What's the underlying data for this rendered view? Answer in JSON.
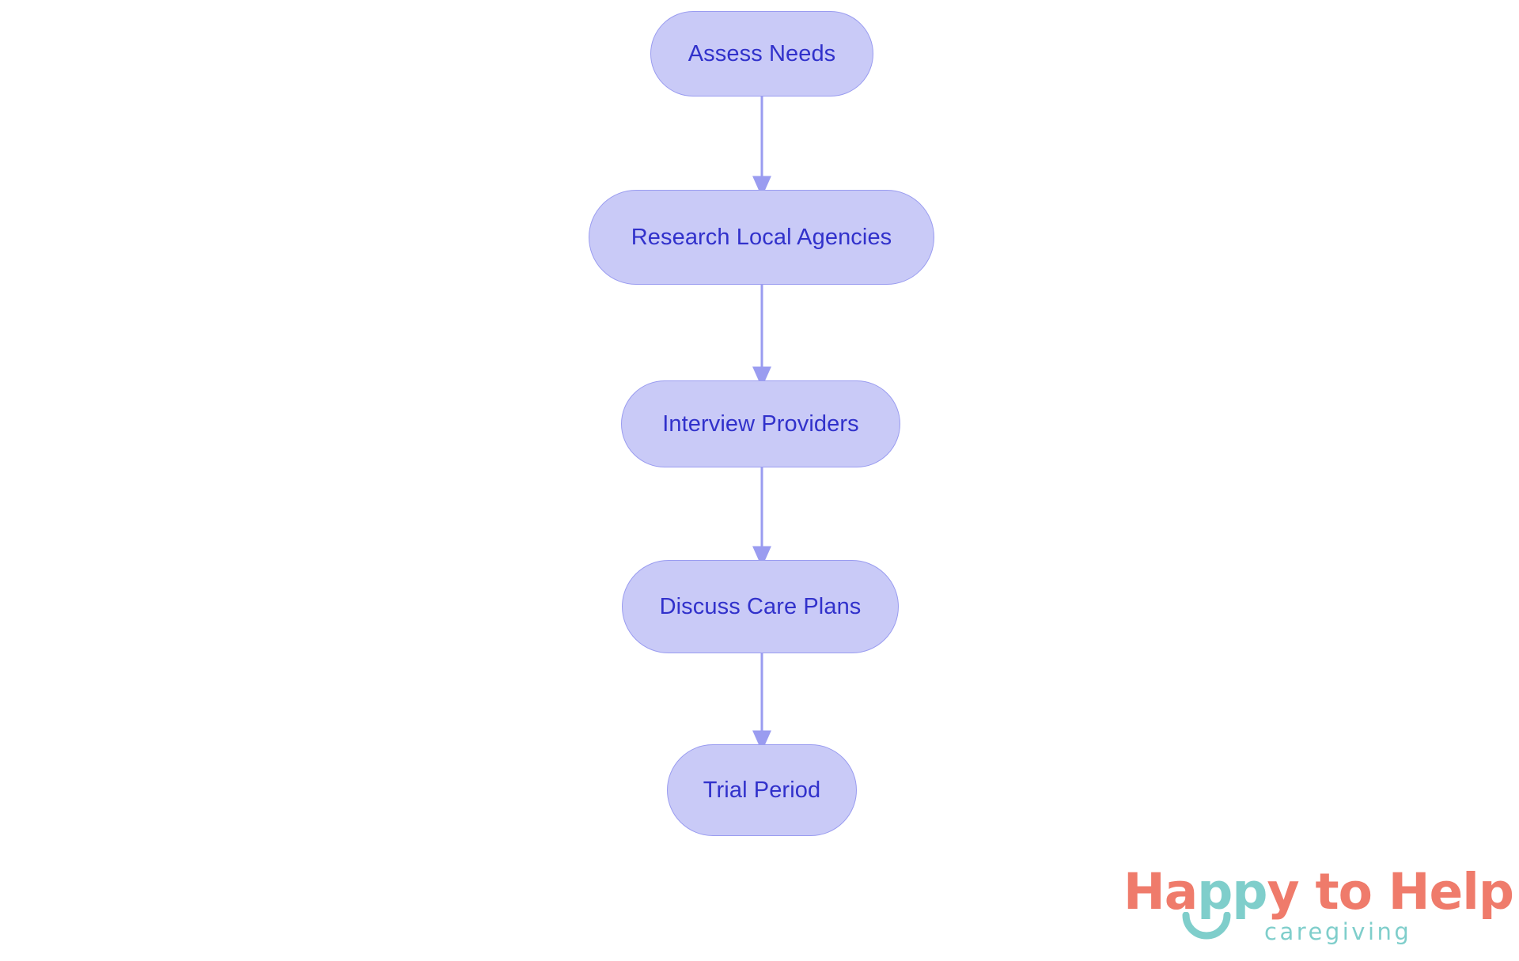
{
  "chart_data": {
    "type": "diagram",
    "diagram_kind": "flowchart",
    "orientation": "top-to-bottom",
    "title": "",
    "nodes": [
      {
        "id": "assess-needs",
        "label": "Assess Needs",
        "shape": "stadium",
        "order": 1
      },
      {
        "id": "research-agencies",
        "label": "Research Local Agencies",
        "shape": "stadium",
        "order": 2
      },
      {
        "id": "interview",
        "label": "Interview Providers",
        "shape": "stadium",
        "order": 3
      },
      {
        "id": "discuss-plans",
        "label": "Discuss Care Plans",
        "shape": "stadium",
        "order": 4
      },
      {
        "id": "trial-period",
        "label": "Trial Period",
        "shape": "stadium",
        "order": 5
      }
    ],
    "edges": [
      {
        "from": "assess-needs",
        "to": "research-agencies",
        "label": "",
        "arrow": "single"
      },
      {
        "from": "research-agencies",
        "to": "interview",
        "label": "",
        "arrow": "single"
      },
      {
        "from": "interview",
        "to": "discuss-plans",
        "label": "",
        "arrow": "single"
      },
      {
        "from": "discuss-plans",
        "to": "trial-period",
        "label": "",
        "arrow": "single"
      }
    ],
    "colors": {
      "node_fill": "#c9caf7",
      "node_border": "#9a9cf0",
      "node_text": "#3131cb",
      "edge": "#9a9cf0",
      "background": "#ffffff"
    }
  },
  "flowchart": {
    "nodes": {
      "assess_needs": "Assess Needs",
      "research_agencies": "Research Local Agencies",
      "interview_providers": "Interview Providers",
      "discuss_care_plans": "Discuss Care Plans",
      "trial_period": "Trial Period"
    }
  },
  "logo": {
    "word_happy": "Happy",
    "word_ha": "Ha",
    "word_pp": "pp",
    "word_y": "y",
    "word_to": " to ",
    "word_help": "Help",
    "tagline": "caregiving",
    "colors": {
      "coral": "#ef7b6b",
      "teal": "#7fcecb"
    }
  }
}
